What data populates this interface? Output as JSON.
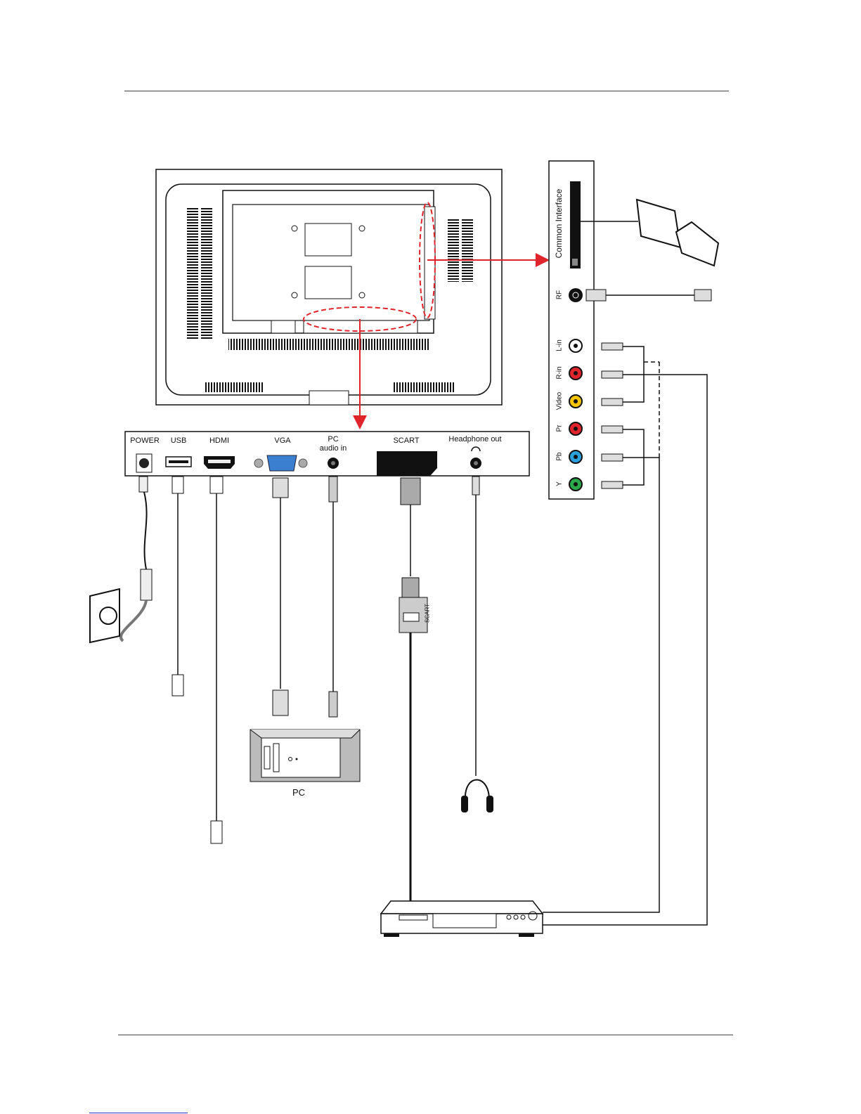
{
  "panel_ports": {
    "power": "POWER",
    "usb": "USB",
    "hdmi": "HDMI",
    "vga": "VGA",
    "pc_audio": "PC\naudio in",
    "scart": "SCART",
    "headphone": "Headphone out"
  },
  "side_ports": {
    "common_interface": "Common Interface",
    "rf": "RF",
    "l_in": "L-in",
    "r_in": "R-in",
    "video": "Video",
    "pr": "Pr",
    "pb": "Pb",
    "y": "Y"
  },
  "devices": {
    "pc": "PC",
    "scart_plug": "SCART"
  },
  "colors": {
    "arrow": "#e0242b",
    "l_in": "#ffffff",
    "r_in": "#e0242b",
    "video": "#f5c400",
    "pr": "#e0242b",
    "pb": "#2aa0dc",
    "y": "#2aa84a",
    "vga_port": "#3a7fd0"
  }
}
